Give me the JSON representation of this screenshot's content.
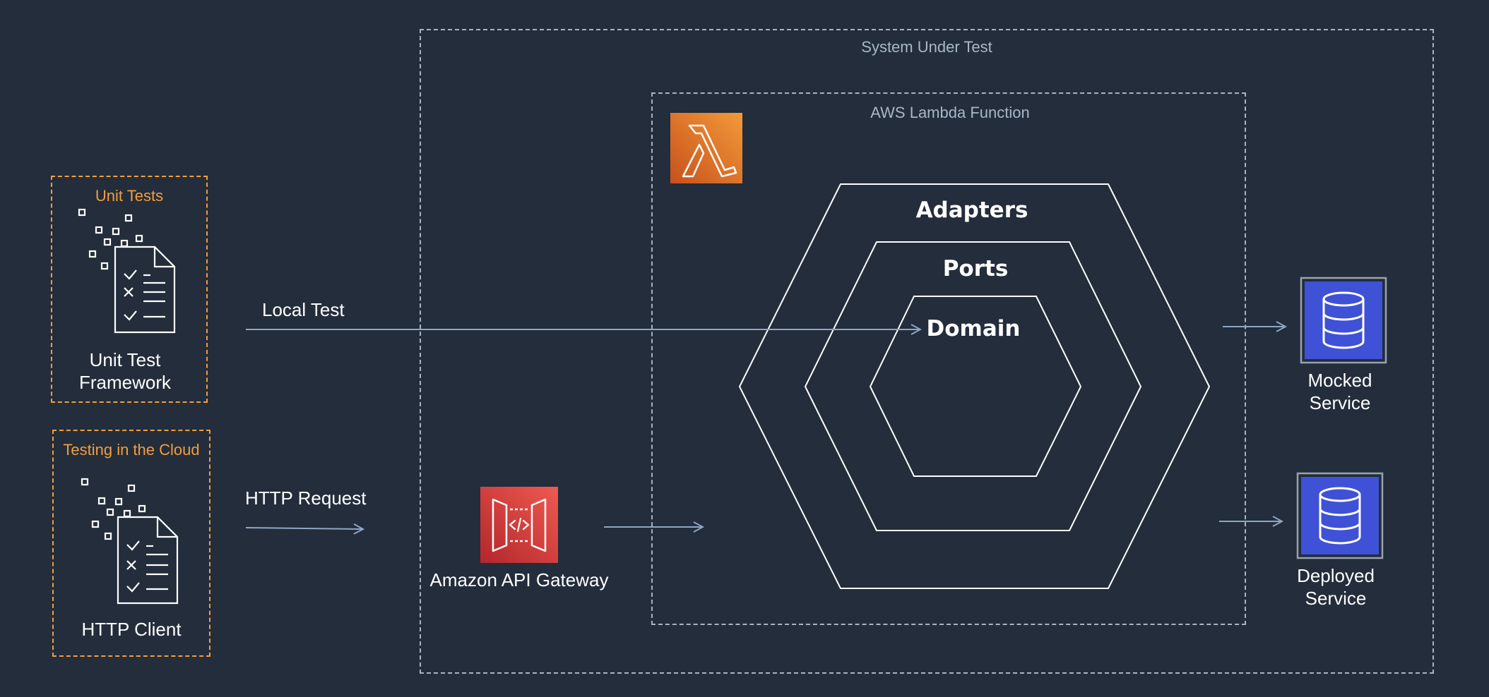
{
  "groups": {
    "system_under_test": "System Under Test",
    "lambda_function": "AWS Lambda Function",
    "unit_tests": "Unit Tests",
    "testing_cloud": "Testing in the Cloud"
  },
  "hexagon": {
    "outer": "Adapters",
    "middle": "Ports",
    "inner": "Domain"
  },
  "labels": {
    "unit_test_framework_line1": "Unit Test",
    "unit_test_framework_line2": "Framework",
    "http_client": "HTTP Client",
    "api_gateway": "Amazon API Gateway",
    "mocked_service_line1": "Mocked",
    "mocked_service_line2": "Service",
    "deployed_service_line1": "Deployed",
    "deployed_service_line2": "Service"
  },
  "arrows": {
    "local_test": "Local Test",
    "http_request": "HTTP Request"
  },
  "colors": {
    "background": "#232d3b",
    "orange_accent": "#f29e3c",
    "lambda_orange": "#e3762a",
    "api_gateway_red": "#d63c3c",
    "database_blue": "#3f51d6",
    "dashed_border": "#aab4c0",
    "arrow": "#8fa6c4"
  },
  "icons": {
    "lambda": "lambda-icon",
    "api_gateway": "api-gateway-icon",
    "database": "database-icon",
    "checklist": "checklist-document-icon"
  }
}
